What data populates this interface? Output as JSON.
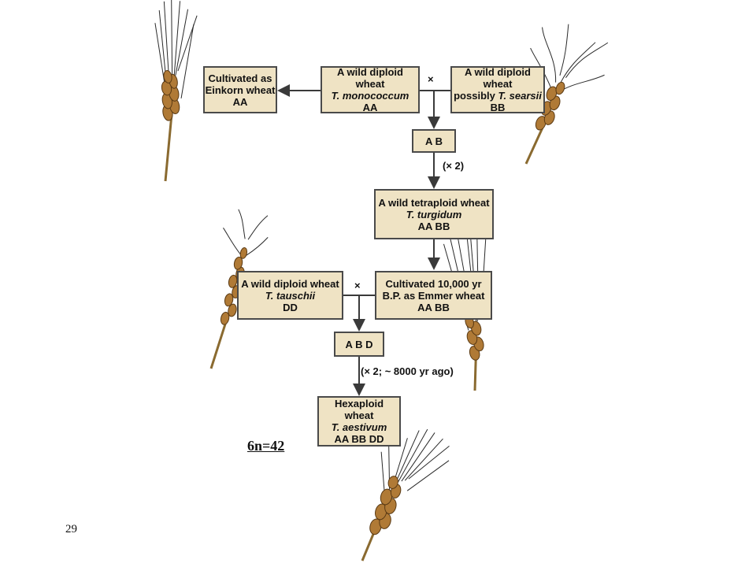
{
  "diagram": {
    "einkorn": {
      "l1": "Cultivated as",
      "l2": "Einkorn wheat",
      "l3": "AA"
    },
    "monococcum": {
      "l1": "A wild diploid wheat",
      "l2": "T. monococcum",
      "l3": "AA"
    },
    "searsii": {
      "l1": "A wild diploid wheat",
      "l2a": "possibly ",
      "l2b": "T. searsii",
      "l3": "BB"
    },
    "ab": {
      "l1": "A B"
    },
    "tetraploid": {
      "l1": "A wild tetraploid wheat",
      "l2": "T. turgidum",
      "l3": "AA BB"
    },
    "tauschii": {
      "l1": "A wild diploid wheat",
      "l2": "T. tauschii",
      "l3": "DD"
    },
    "emmer": {
      "l1": "Cultivated 10,000 yr",
      "l2": "B.P. as Emmer wheat",
      "l3": "AA BB"
    },
    "abd": {
      "l1": "A B D"
    },
    "hexaploid": {
      "l1": "Hexaploid wheat",
      "l2": "T. aestivum",
      "l3": "AA BB DD"
    },
    "cross_symbol": "×",
    "doubling_1": "(× 2)",
    "doubling_2": "(× 2; ~ 8000 yr ago)"
  },
  "annotation": "6n=42",
  "page_number": "29",
  "colors": {
    "box_fill": "#efe3c4",
    "box_border": "#4a4a4a",
    "arrow": "#3a3a3a",
    "awn": "#2a2a2a",
    "grain": "#b07a36",
    "grain_dark": "#5a3a14"
  },
  "icons": [
    "wheat-ear-icon"
  ]
}
